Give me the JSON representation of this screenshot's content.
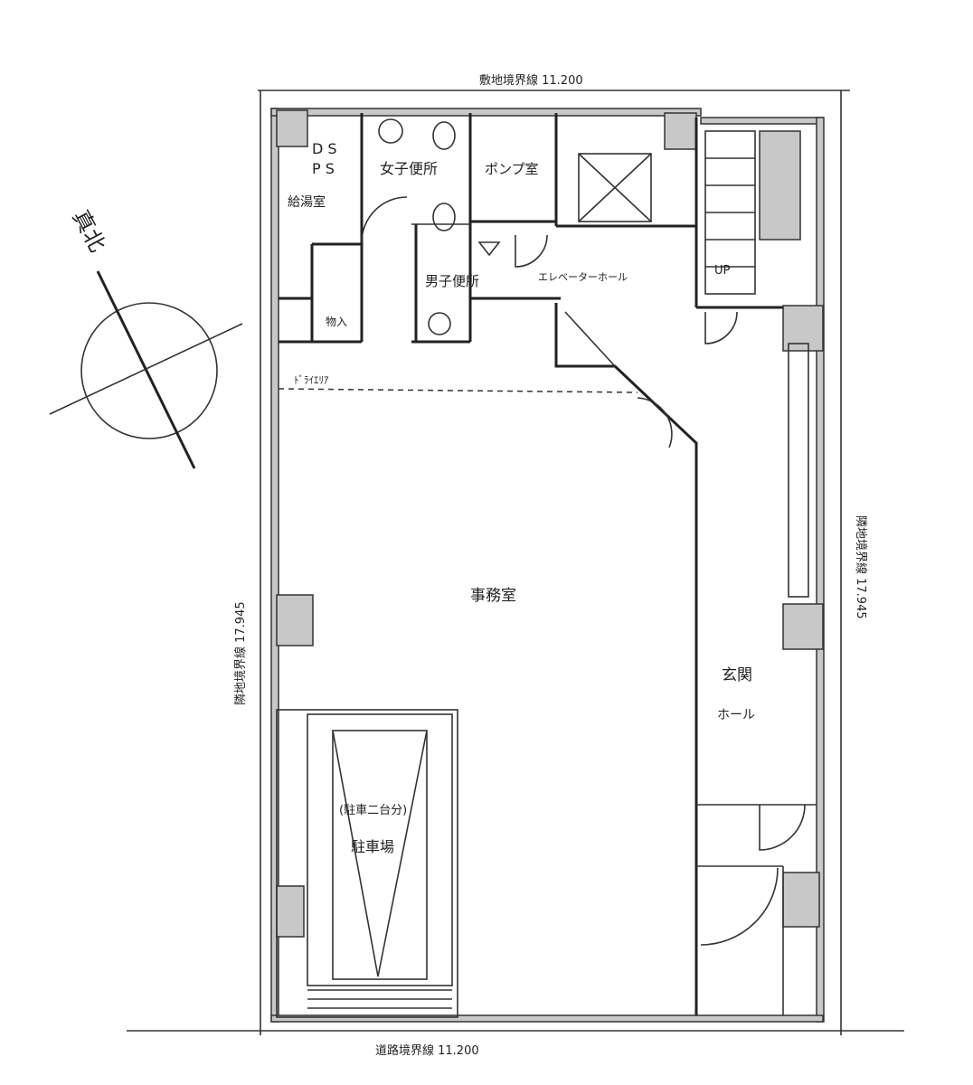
{
  "compass": {
    "label": "真北"
  },
  "dimensions": {
    "top": "敷地境界線 11.200",
    "bottom": "道路境界線 11.200",
    "left": "隣地境界線 17.945",
    "right": "隣地境界線 17.945"
  },
  "rooms": {
    "ds": "D S",
    "ps": "P S",
    "janitor": "給湯室",
    "womens_toilet": "女子便所",
    "pump_room": "ポンプ室",
    "mens_toilet": "男子便所",
    "elevator_hall": "エレベーターホール",
    "up": "UP",
    "storage": "物入",
    "dashed_label": "ﾄﾞﾗｲｴﾘｱ",
    "office": "事務室",
    "entrance": "玄関",
    "entrance_hall": "ホール",
    "parking_note": "(駐車二台分)",
    "parking": "駐車場"
  }
}
